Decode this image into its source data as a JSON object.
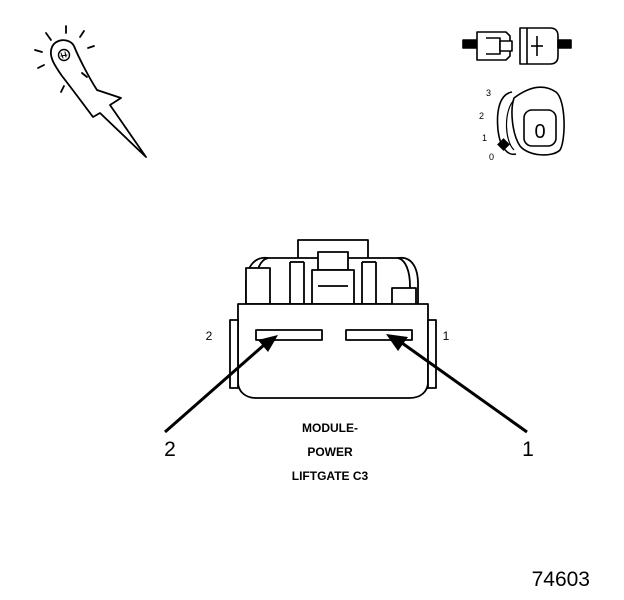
{
  "connector": {
    "name_lines": [
      "MODULE-",
      "POWER",
      "LIFTGATE C3"
    ],
    "cavity_labels": {
      "left": "2",
      "right": "1"
    }
  },
  "callouts": [
    {
      "label": "2",
      "target_cavity": "2"
    },
    {
      "label": "1",
      "target_cavity": "1"
    }
  ],
  "ignition_key": {
    "positions": [
      "3",
      "2",
      "1",
      "0"
    ],
    "key_label": "0"
  },
  "figure_number": "74603",
  "icons": [
    "test-probe-icon",
    "disconnected-connector-icon",
    "ignition-key-icon"
  ]
}
